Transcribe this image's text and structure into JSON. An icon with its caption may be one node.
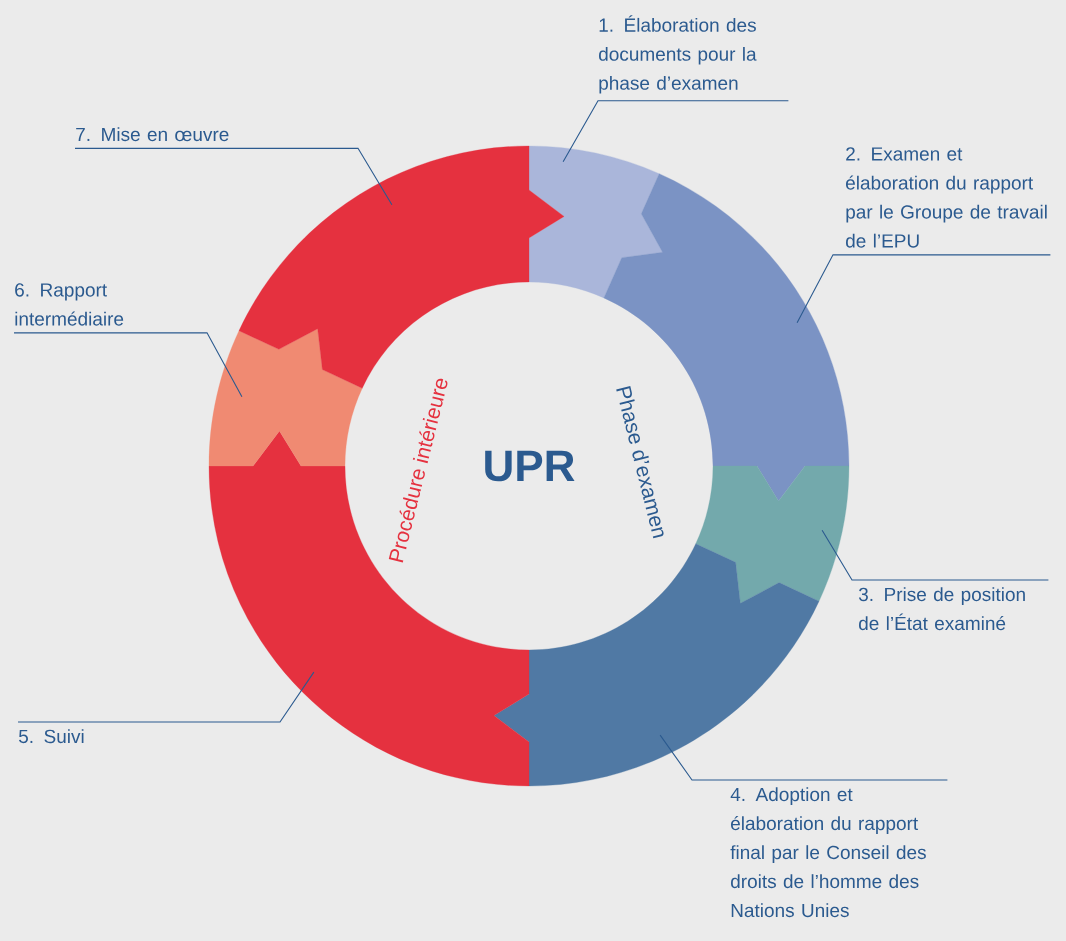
{
  "diagram": {
    "nodes": [
      {
        "text": [
          "1. Élaboration des documents pour la phase d’examen"
        ]
      },
      {
        "text": [
          "2. Examen et élaboration du rapport par le Groupe de travail de l’EPU"
        ]
      },
      {
        "text": [
          "3. Prise de position de l’État examiné"
        ]
      },
      {
        "text": [
          "4. Adoption et élaboration du rapport final par le Conseil des droits de l’homme des Nations Unies"
        ]
      },
      {
        "text": [
          "5. Suivi"
        ]
      },
      {
        "text": [
          "6. Rapport intermédiaire"
        ]
      },
      {
        "text": [
          "7. Mise en œuvre"
        ]
      },
      {
        "text": [],
        "shape": "arc"
      },
      {
        "text": [],
        "shape": "arc"
      },
      {
        "text": [],
        "shape": "arc"
      },
      {
        "text": [],
        "shape": "arc"
      },
      {
        "text": [],
        "shape": "arc"
      },
      {
        "text": [],
        "shape": "arc"
      },
      {
        "text": [],
        "shape": "arc"
      }
    ],
    "edges": [
      {
        "from": 0,
        "to": 7,
        "arrow": "none"
      },
      {
        "from": 1,
        "to": 8,
        "arrow": "none"
      },
      {
        "from": 2,
        "to": 9,
        "arrow": "none"
      },
      {
        "from": 3,
        "to": 10,
        "arrow": "none"
      },
      {
        "from": 4,
        "to": 11,
        "arrow": "none"
      },
      {
        "from": 5,
        "to": 12,
        "arrow": "none"
      },
      {
        "from": 6,
        "to": 13,
        "arrow": "none"
      }
    ],
    "labels": [
      "Procédure intérieure",
      "UPR",
      "Phase d’examen"
    ]
  }
}
